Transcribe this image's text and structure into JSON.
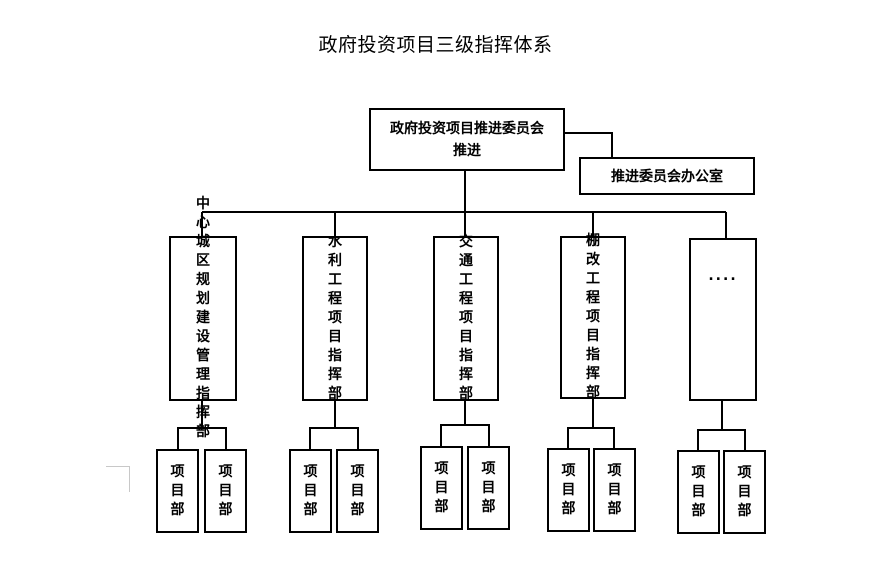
{
  "title": "政府投资项目三级指挥体系",
  "top": {
    "label": "政府投资项目推进委员会推进",
    "office": "推进委员会办公室"
  },
  "commands": [
    {
      "label": "中心城区规划建设管理指挥部",
      "projects": [
        "项目部",
        "项目部"
      ]
    },
    {
      "label": "水利工程项目指挥部",
      "projects": [
        "项目部",
        "项目部"
      ]
    },
    {
      "label": "交通工程项目指挥部",
      "projects": [
        "项目部",
        "项目部"
      ]
    },
    {
      "label": "棚改工程项目指挥部",
      "projects": [
        "项目部",
        "项目部"
      ]
    },
    {
      "label": "....",
      "projects": [
        "项目部",
        "项目部"
      ]
    }
  ]
}
